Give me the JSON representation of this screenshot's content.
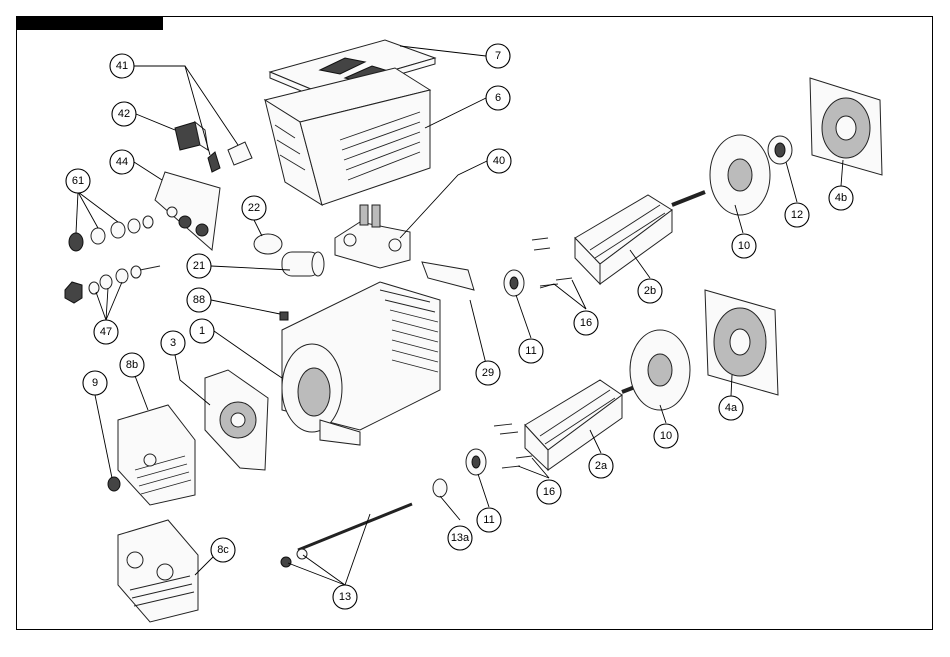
{
  "diagram": {
    "type": "exploded-parts-view",
    "colors": {
      "line": "#000000",
      "background": "#ffffff",
      "header_bar": "#000000"
    },
    "callouts": [
      {
        "id": "c7",
        "label": "7"
      },
      {
        "id": "c6",
        "label": "6"
      },
      {
        "id": "c40",
        "label": "40"
      },
      {
        "id": "c41",
        "label": "41"
      },
      {
        "id": "c42",
        "label": "42"
      },
      {
        "id": "c44",
        "label": "44"
      },
      {
        "id": "c61",
        "label": "61"
      },
      {
        "id": "c22",
        "label": "22"
      },
      {
        "id": "c21",
        "label": "21"
      },
      {
        "id": "c47",
        "label": "47"
      },
      {
        "id": "c88",
        "label": "88"
      },
      {
        "id": "c1",
        "label": "1"
      },
      {
        "id": "c3",
        "label": "3"
      },
      {
        "id": "c8b",
        "label": "8b"
      },
      {
        "id": "c9",
        "label": "9"
      },
      {
        "id": "c8c",
        "label": "8c"
      },
      {
        "id": "c13",
        "label": "13"
      },
      {
        "id": "c13a",
        "label": "13a"
      },
      {
        "id": "c11a",
        "label": "11"
      },
      {
        "id": "c11b",
        "label": "11"
      },
      {
        "id": "c16a",
        "label": "16"
      },
      {
        "id": "c16b",
        "label": "16"
      },
      {
        "id": "c2a",
        "label": "2a"
      },
      {
        "id": "c2b",
        "label": "2b"
      },
      {
        "id": "c29",
        "label": "29"
      },
      {
        "id": "c10a",
        "label": "10"
      },
      {
        "id": "c10b",
        "label": "10"
      },
      {
        "id": "c4a",
        "label": "4a"
      },
      {
        "id": "c4b",
        "label": "4b"
      },
      {
        "id": "c12",
        "label": "12"
      }
    ]
  }
}
